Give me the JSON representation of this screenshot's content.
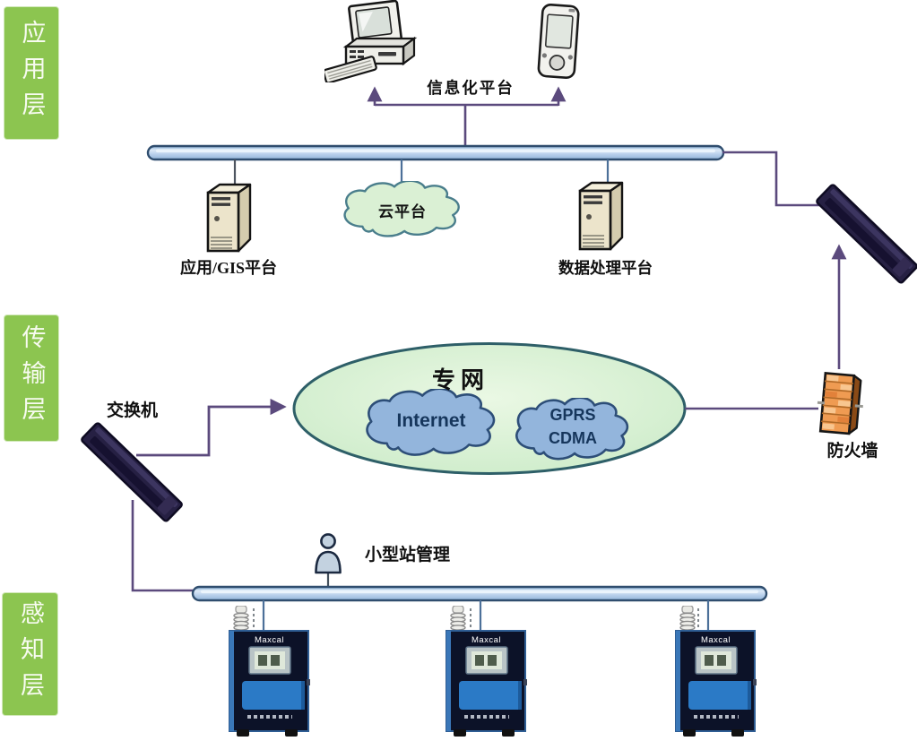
{
  "layers": {
    "application": "应用层",
    "transmission": "传输层",
    "perception": "感知层"
  },
  "app_layer": {
    "info_platform": "信息化平台",
    "app_gis": "应用/GIS平台",
    "cloud_platform": "云平台",
    "data_processing": "数据处理平台"
  },
  "trans_layer": {
    "switch": "交换机",
    "private_network": "专网",
    "internet": "Internet",
    "gprs": "GPRS",
    "cdma": "CDMA",
    "firewall": "防火墙"
  },
  "percep_layer": {
    "station_mgmt": "小型站管理",
    "device_brand": "Maxcal"
  },
  "colors": {
    "layer_green": "#8cc550",
    "bus_fill": "#b9cfe8",
    "bus_border": "#2f4d6e",
    "line_purple": "#5b4a7d",
    "drop_line_blue": "#4c7099",
    "ellipse_fill": "#d5efd0",
    "ellipse_border": "#2e5f68",
    "net_cloud_blue": "#93b5dc",
    "cloud_green": "#daf0d4",
    "firewall_orange": "#ef9b52",
    "device_body": "#0c1228",
    "device_panel_blue": "#2b7ac6"
  }
}
